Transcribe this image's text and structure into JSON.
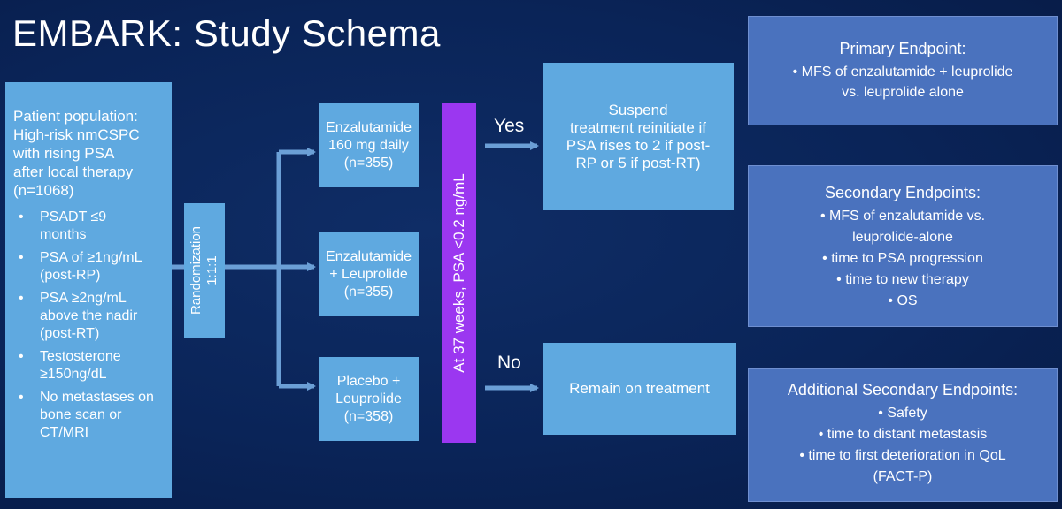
{
  "title": "EMBARK: Study Schema",
  "population": {
    "heading_lines": [
      "Patient population:",
      "High-risk nmCSPC",
      "with rising PSA",
      "after local therapy",
      "(n=1068)"
    ],
    "bullets": [
      {
        "line1": "PSADT ≤9",
        "line2": "months",
        "line3": ""
      },
      {
        "line1": "PSA of ≥1ng/mL",
        "line2": "(post-RP)",
        "line3": ""
      },
      {
        "line1": "PSA ≥2ng/mL",
        "line2": "above the nadir",
        "line3": "(post-RT)"
      },
      {
        "line1": "Testosterone",
        "line2": "≥150ng/dL",
        "line3": ""
      },
      {
        "line1": "No metastases on",
        "line2": "bone scan or",
        "line3": "CT/MRI"
      }
    ],
    "bullet_char": "•"
  },
  "randomization": {
    "line1": "Randomization",
    "line2": "1:1:1"
  },
  "arms": [
    {
      "line1": "Enzalutamide",
      "line2": "160 mg daily",
      "line3": "(n=355)"
    },
    {
      "line1": "Enzalutamide",
      "line2": "+ Leuprolide",
      "line3": "(n=355)"
    },
    {
      "line1": "Placebo +",
      "line2": "Leuprolide",
      "line3": "(n=358)"
    }
  ],
  "psa_check": "At 37 weeks, PSA <0.2 ng/mL",
  "yes_label": "Yes",
  "no_label": "No",
  "suspend": {
    "lines": [
      "Suspend",
      "treatment reinitiate if",
      "PSA rises to 2 if post-",
      "RP or 5 if post-RT)"
    ]
  },
  "remain": "Remain on treatment",
  "primary": {
    "title": "Primary Endpoint:",
    "line1": "•   MFS of enzalutamide  + leuprolide",
    "line2": "vs. leuprolide  alone"
  },
  "secondary": {
    "title": "Secondary Endpoints:",
    "lines": [
      "• MFS of enzalutamide  vs.",
      "leuprolide-alone",
      "• time to PSA progression",
      "• time to new therapy",
      "• OS"
    ]
  },
  "additional": {
    "title": "Additional Secondary Endpoints:",
    "lines": [
      "• Safety",
      "• time to distant metastasis",
      "• time to first deterioration in QoL",
      "(FACT-P)"
    ]
  },
  "colors": {
    "box": "#5fa9e0",
    "endpoint": "#4a72be",
    "purple": "#9b37f0",
    "arrow": "#6b9fd6",
    "background": "#0a2458"
  }
}
